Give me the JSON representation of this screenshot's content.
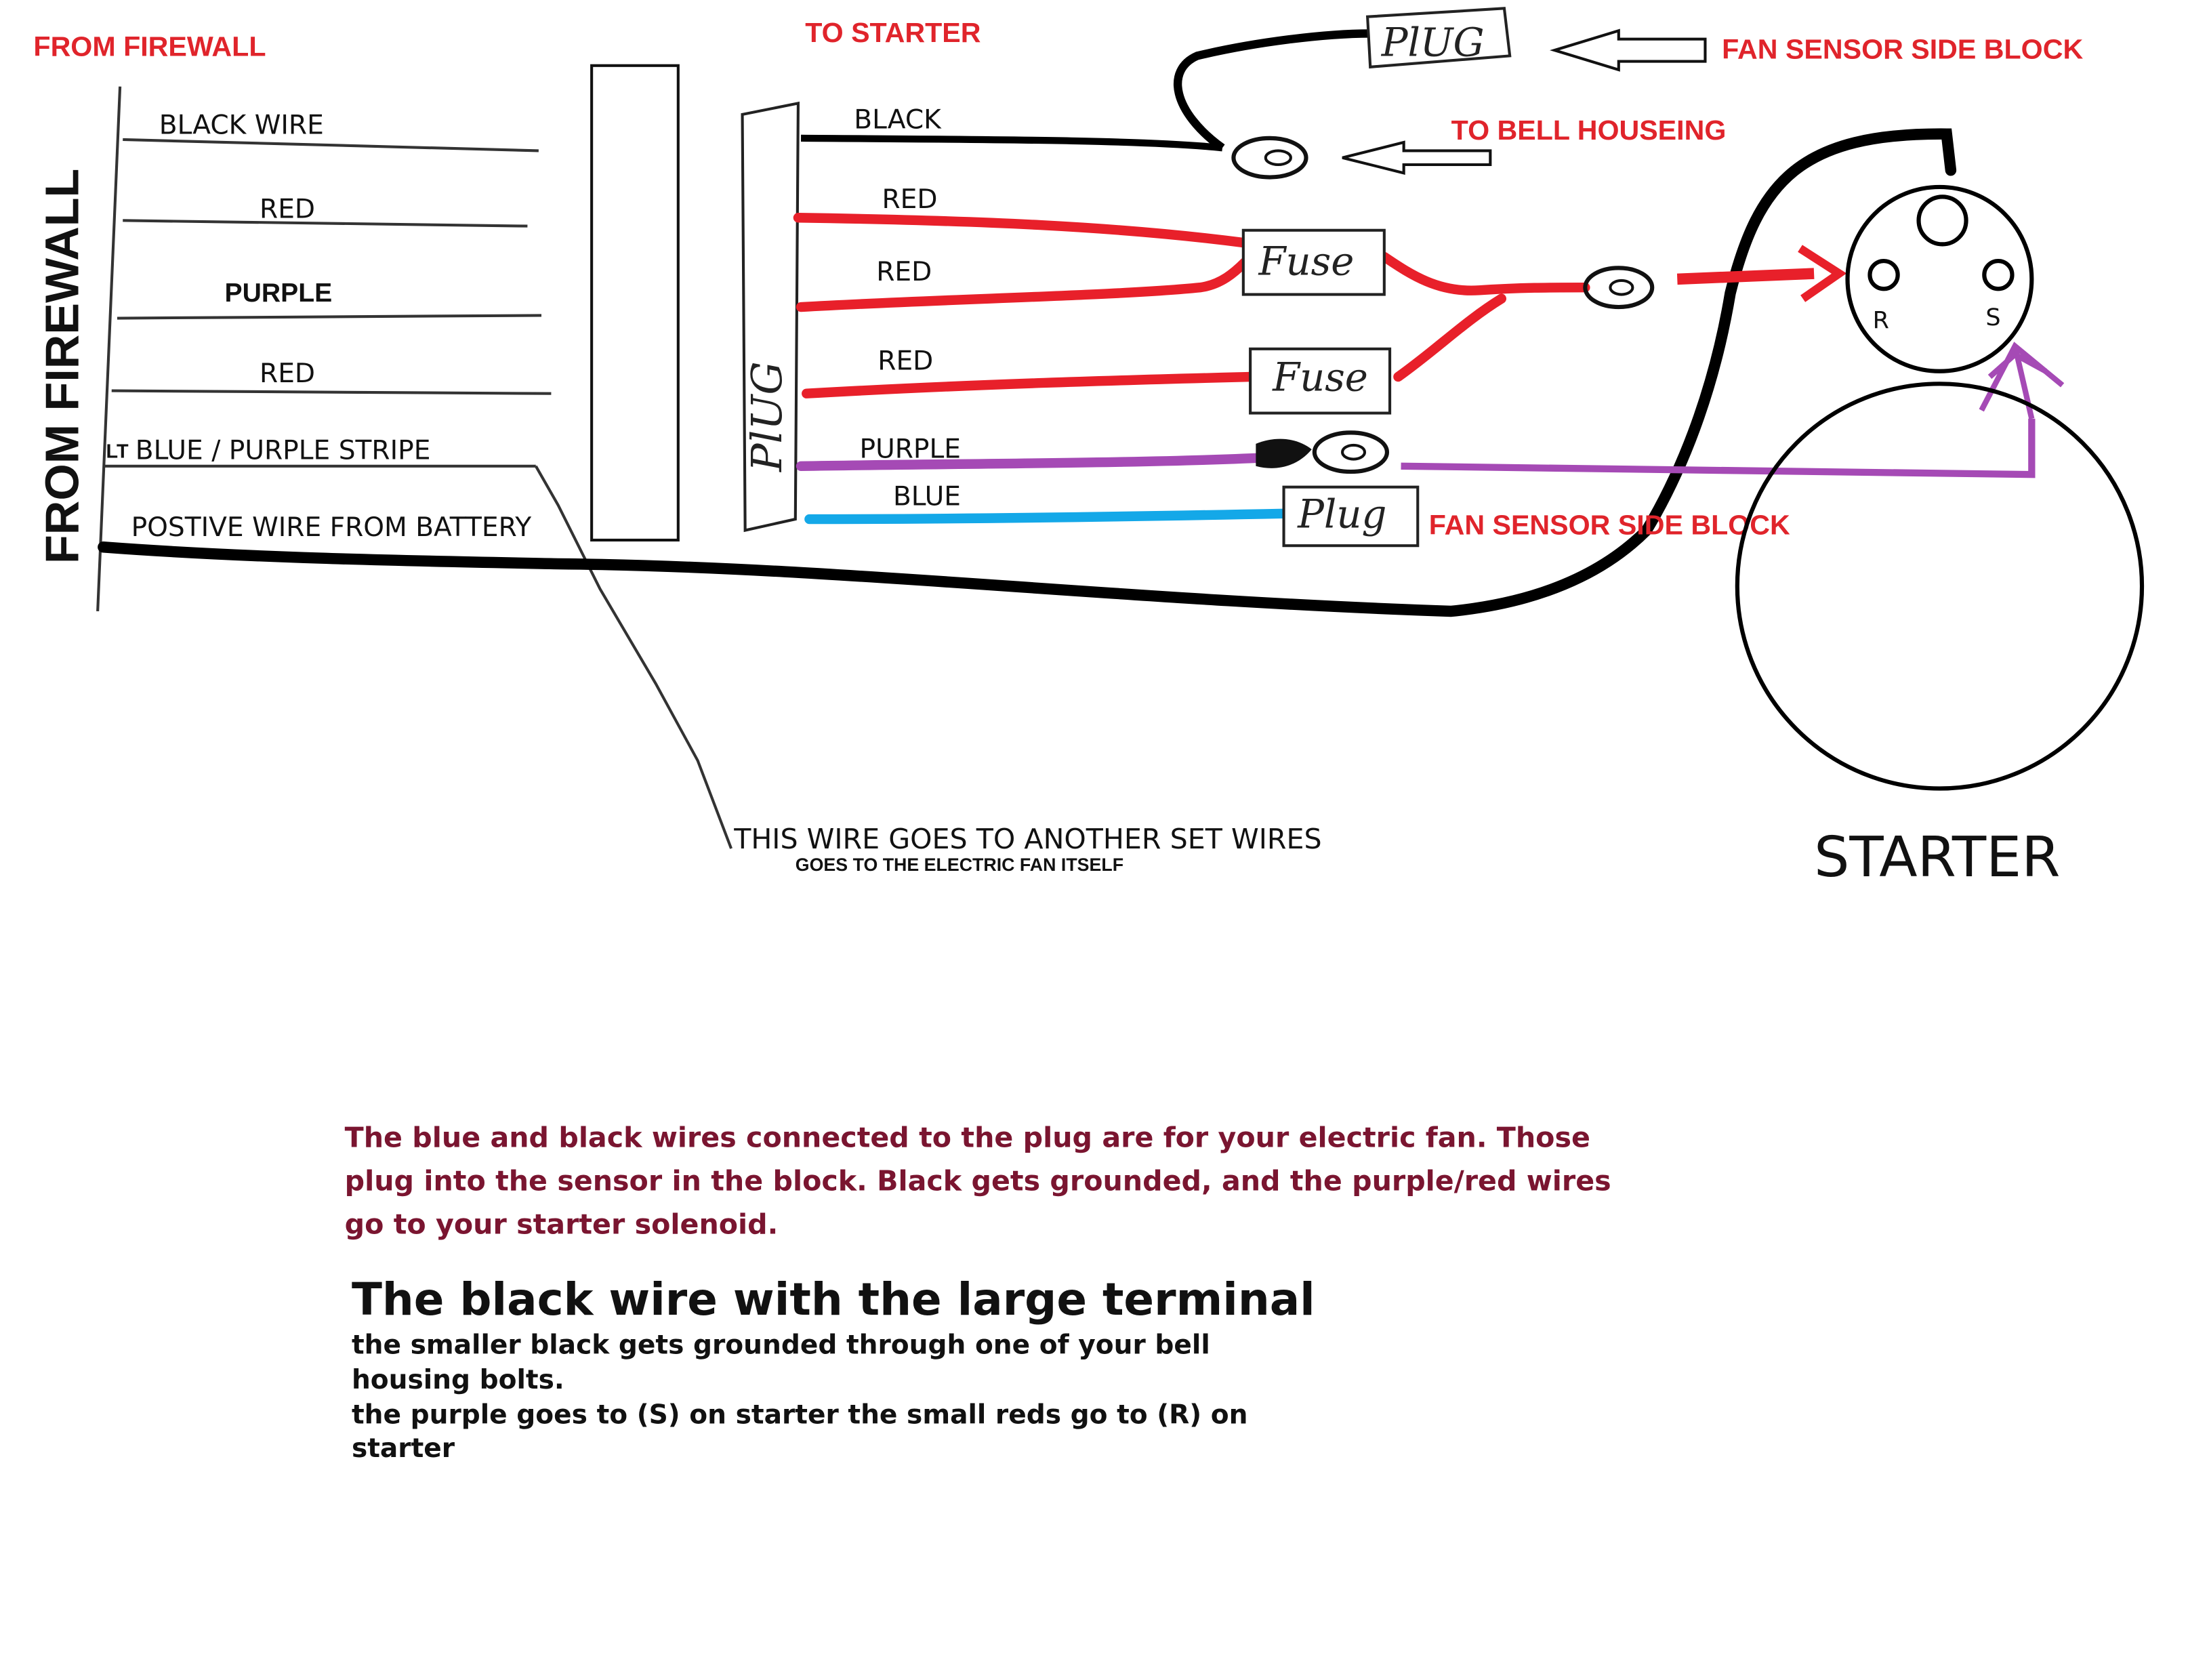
{
  "labels": {
    "from_firewall_top": "FROM FIREWALL",
    "from_firewall_side": "FROM FIREWALL",
    "to_starter": "TO STARTER",
    "fan_sensor_top": "FAN SENSOR SIDE BLOCK",
    "to_bell_housing": "TO BELL HOUSEING",
    "fan_sensor_bottom": "FAN SENSOR SIDE BLOCK",
    "starter": "STARTER",
    "terminal_r": "R",
    "terminal_s": "S"
  },
  "left_wires": {
    "black": "BLACK WIRE",
    "red1": "RED",
    "purple": "PURPLE",
    "red2": "RED",
    "lt_prefix": "LT",
    "blue_purple": "BLUE / PURPLE STRIPE",
    "positive": "POSTIVE WIRE FROM BATTERY"
  },
  "right_wires": {
    "black": "BLACK",
    "red1": "RED",
    "red2": "RED",
    "red3": "RED",
    "purple": "PURPLE",
    "blue": "BLUE"
  },
  "components": {
    "plug_vertical": "PlUG",
    "plug_top": "PlUG",
    "plug_bottom": "Plug",
    "fuse1": "Fuse",
    "fuse2": "Fuse"
  },
  "annotation": {
    "line1": "THIS WIRE GOES TO ANOTHER SET WIRES",
    "line2": "GOES TO THE ELECTRIC FAN ITSELF"
  },
  "notes": {
    "maroon1": "The blue and black wires connected to the plug are for your electric fan. Those",
    "maroon2": "plug into the sensor in the block. Black gets grounded, and the purple/red wires",
    "maroon3": "go to your starter solenoid.",
    "heading": "The black wire with the large terminal",
    "body1": "the smaller black  gets grounded through one of your bell",
    "body2": "housing bolts.",
    "body3": "the purple goes to (S) on starter the small reds go to (R) on",
    "body4": "starter"
  },
  "colors": {
    "red_label": "#e0242b",
    "wire_red": "#e8202a",
    "wire_purple": "#a54ab5",
    "wire_blue": "#14a8e8",
    "wire_black": "#000000",
    "note_maroon": "#7a1530"
  }
}
